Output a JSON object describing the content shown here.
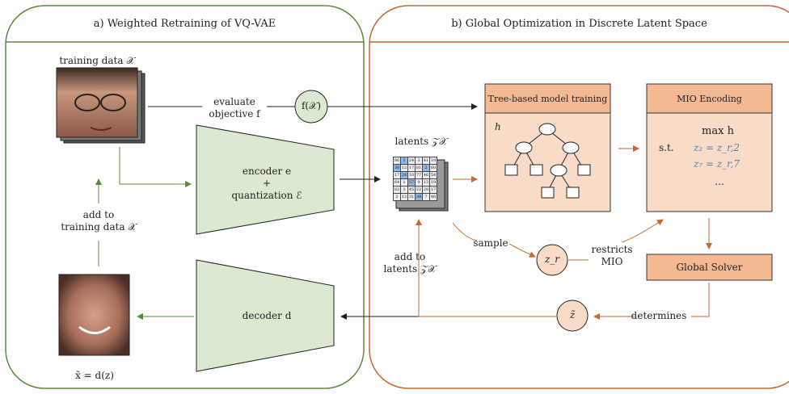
{
  "panel_a": {
    "title": "a) Weighted Retraining of VQ-VAE",
    "training_data_label": "training data 𝒳",
    "evaluate_label_1": "evaluate",
    "evaluate_label_2": "objective f",
    "f_node": "f(𝒳)",
    "encoder_line_1": "encoder e",
    "encoder_line_2": "+",
    "encoder_line_3": "quantization ℰ",
    "decoder_label": "decoder d",
    "add_training_1": "add to",
    "add_training_2": "training data 𝒳",
    "output_label": "x̃ = d(z)"
  },
  "panel_b": {
    "title": "b) Global Optimization in Discrete Latent Space",
    "latents_label": "latents 𝒵𝒳",
    "tree_title": "Tree-based model training",
    "tree_h": "h",
    "mio_title": "MIO Encoding",
    "mio_max": "max  h",
    "mio_st": "s.t.",
    "mio_c1": "z₂ = z_r,2",
    "mio_c2": "z₇ = z_r,7",
    "mio_dots": "...",
    "sample_label": "sample",
    "zr_node": "z_r",
    "restricts_1": "restricts",
    "restricts_2": "MIO",
    "solver_label": "Global Solver",
    "add_latents_1": "add to",
    "add_latents_2": "latents 𝒵𝒳",
    "ztilde_node": "z̃",
    "determines_label": "determines"
  },
  "latent_grid": [
    [
      "96",
      "5",
      "24",
      "3",
      "41",
      "19"
    ],
    [
      "38",
      "12",
      "17",
      "81",
      "2",
      "60"
    ],
    [
      "17",
      "24",
      "10",
      "77",
      "46",
      "54"
    ],
    [
      "64",
      "1",
      "57",
      "9",
      "13",
      "19"
    ],
    [
      "82",
      "3",
      "45",
      "22",
      "28",
      "17"
    ],
    [
      "2",
      "12",
      "31",
      "38",
      "7",
      "46"
    ]
  ],
  "colors": {
    "green": "#5b8a3a",
    "orange": "#c8682c",
    "green_fill": "#dbe9d0",
    "orange_fill": "#f8dcc8",
    "orange_hdr": "#f3b993",
    "highlight": "#8fb8e6"
  }
}
